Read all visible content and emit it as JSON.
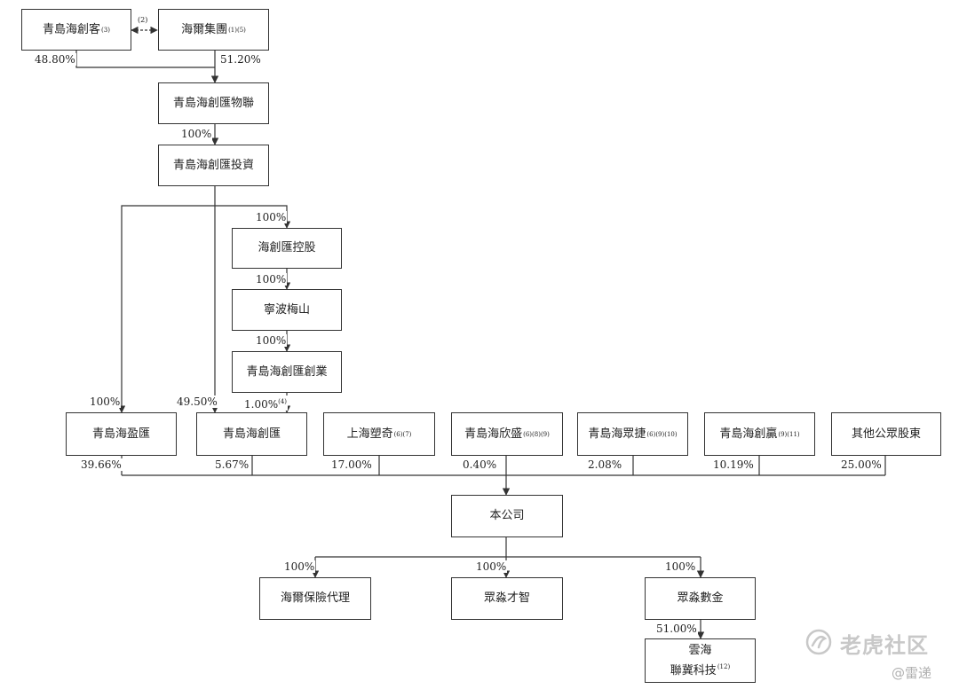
{
  "entities": {
    "qd_chuangke": {
      "label": "青島海創客",
      "sup": "(3)"
    },
    "haier_group": {
      "label": "海爾集團",
      "sup": "(1)(5)"
    },
    "chuanghui_wulian": {
      "label": "青島海創匯物聯"
    },
    "chuanghui_touzi": {
      "label": "青島海創匯投資"
    },
    "chuanghui_konggu": {
      "label": "海創匯控股"
    },
    "ningbo_meishan": {
      "label": "寧波梅山"
    },
    "chuanghui_chuangye": {
      "label": "青島海創匯創業"
    },
    "qd_yinghui": {
      "label": "青島海盈匯"
    },
    "qd_chuanghui": {
      "label": "青島海創匯"
    },
    "sh_suqi": {
      "label": "上海塑奇",
      "sup": "(6)(7)"
    },
    "qd_xinsheng": {
      "label": "青島海欣盛",
      "sup": "(6)(8)(9)"
    },
    "qd_zhongjie": {
      "label": "青島海眾捷",
      "sup": "(6)(9)(10)"
    },
    "qd_chuangying": {
      "label": "青島海創贏",
      "sup": "(9)(11)"
    },
    "other_public": {
      "label": "其他公眾股東"
    },
    "company": {
      "label": "本公司"
    },
    "haier_insurance": {
      "label": "海爾保險代理"
    },
    "zhongmiao_caizhi": {
      "label": "眾淼才智"
    },
    "zhongmiao_shujin": {
      "label": "眾淼數金"
    },
    "yunhai_line1": {
      "label": "雲海"
    },
    "yunhai_line2": {
      "label": "聯冀科技",
      "sup": "(12)"
    }
  },
  "percentages": {
    "chuangke_share": "48.80%",
    "haier_share": "51.20%",
    "wulian_to_touzi": "100%",
    "touzi_to_konggu": "100%",
    "konggu_to_meishan": "100%",
    "meishan_to_chuangye": "100%",
    "chuangye_to_chuanghui": "1.00%",
    "chuangye_note": "(4)",
    "touzi_to_yinghui": "100%",
    "touzi_to_chuanghui": "49.50%",
    "yinghui_to_company": "39.66%",
    "chuanghui_to_company": "5.67%",
    "suqi_to_company": "17.00%",
    "xinsheng_to_company": "0.40%",
    "zhongjie_to_company": "2.08%",
    "chuangying_to_company": "10.19%",
    "public_to_company": "25.00%",
    "company_to_insurance": "100%",
    "company_to_caizhi": "100%",
    "company_to_shujin": "100%",
    "shujin_to_yunhai": "51.00%"
  },
  "notes": {
    "dashed_link": "(2)"
  },
  "watermark": {
    "brand": "老虎社区",
    "handle": "@雷递"
  },
  "colors": {
    "line": "#333333",
    "watermark": "#c8c8c8"
  }
}
